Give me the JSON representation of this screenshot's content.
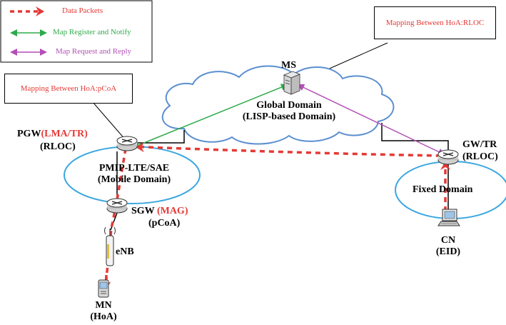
{
  "colors": {
    "data_packets": "#e53935",
    "map_register": "#2eaa4a",
    "map_request": "#b24fb5",
    "domain_ellipse": "#3aa7df",
    "cloud_stroke": "#5b8fd0"
  },
  "legend": {
    "data_packets": "Data Packets",
    "map_register": "Map Register and Notify",
    "map_request": "Map Request and Reply"
  },
  "notes": {
    "hoa_rloc": "Mapping Between HoA:RLOC",
    "hoa_pcoa": "Mapping Between HoA:pCoA"
  },
  "nodes": {
    "ms": "MS",
    "global_domain_line1": "Global Domain",
    "global_domain_line2": "(LISP-based Domain)",
    "pgw_prefix": "PGW",
    "pgw_role": "(LMA/TR)",
    "pgw_id": "(RLOC)",
    "gwtr_line1": "GW/TR",
    "gwtr_line2": "(RLOC)",
    "pmip_line1": "PMIP-LTE/SAE",
    "pmip_line2": "(Mobile Domain)",
    "fixed_domain": "Fixed Domain",
    "sgw_prefix": "SGW",
    "sgw_role": "(MAG)",
    "sgw_id": "(pCoA)",
    "enb": "eNB",
    "mn_line1": "MN",
    "mn_line2": "(HoA)",
    "cn_line1": "CN",
    "cn_line2": "(EID)"
  }
}
